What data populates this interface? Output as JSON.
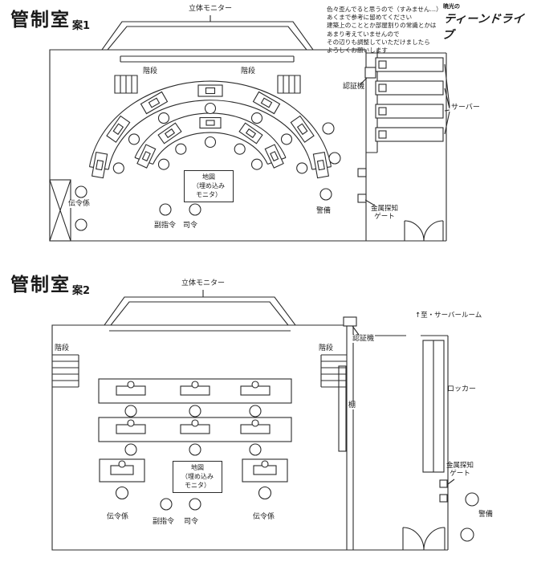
{
  "header": {
    "logo_small": "暁光の",
    "logo_main": "ティーンドライブ",
    "note_lines": [
      "色々歪んでると思うので（すみません…）",
      "あくまで参考に留めてください",
      "建築上のこととか部屋割りの常識とかは",
      "あまり考えていませんので",
      "その辺りも調整していただけましたら",
      "よろしくお願いします"
    ]
  },
  "plan1": {
    "title": "管制室",
    "variant": "案1",
    "monitor_label": "立体モニター",
    "stairs_left": "階段",
    "stairs_right": "階段",
    "auth_machine": "認証機",
    "server": "サーバー",
    "map_box": {
      "line1": "地図",
      "line2": "（埋め込み",
      "line3": "モニタ）"
    },
    "messenger": "伝令係",
    "deputy_commander": "副指令",
    "commander": "司令",
    "security": "警備",
    "gate_line1": "金属探知",
    "gate_line2": "ゲート"
  },
  "plan2": {
    "title": "管制室",
    "variant": "案2",
    "monitor_label": "立体モニター",
    "stairs_left": "階段",
    "stairs_right": "階段",
    "auth_machine": "認証機",
    "to_server_room": "↑至・サーバールーム",
    "locker": "ロッカー",
    "shelf": "棚",
    "gate_line1": "金属探知",
    "gate_line2": "ゲート",
    "security": "警備",
    "messenger_left": "伝令係",
    "deputy_commander": "副指令",
    "commander": "司令",
    "messenger_right": "伝令係",
    "map_box": {
      "line1": "地図",
      "line2": "（埋め込み",
      "line3": "モニタ）"
    }
  }
}
